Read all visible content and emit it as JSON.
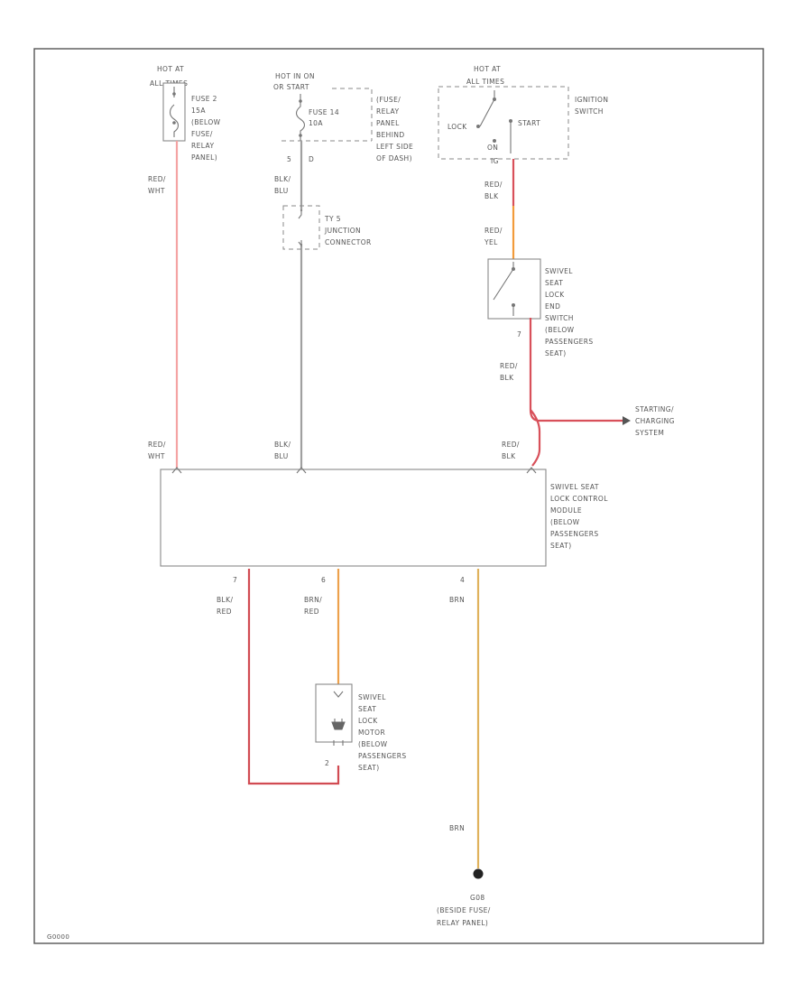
{
  "diagram": {
    "code": "G0000",
    "colors": {
      "frame": "#555555",
      "red_wht": "#f4a3a3",
      "blk_blu": "#a0a0a0",
      "red_blk": "#d8505a",
      "red_yel": "#f29b3a",
      "blk_red": "#d14b52",
      "brn_red": "#eda14c",
      "brn": "#e0b25c"
    },
    "power_sources": {
      "hot_at_all_times_1": [
        "HOT AT",
        "ALL TIMES"
      ],
      "hot_in_on": [
        "HOT IN ON",
        "OR START"
      ],
      "hot_at_all_times_2": [
        "HOT AT",
        "ALL TIMES"
      ]
    },
    "fuses": {
      "fuse2": [
        "FUSE 2",
        "15A",
        "(BELOW",
        "FUSE/",
        "RELAY",
        "PANEL)"
      ],
      "fuse14": [
        "FUSE 14",
        "10A"
      ],
      "panel_behind_dash": [
        "(FUSE/",
        "RELAY",
        "PANEL",
        "BEHIND",
        "LEFT SIDE",
        "OF DASH)"
      ]
    },
    "ignition_switch": {
      "name": [
        "IGNITION",
        "SWITCH"
      ],
      "lock": "LOCK",
      "start": "START",
      "on": "ON",
      "terminal": "IG"
    },
    "connector_pins": {
      "fuse14_left": "5",
      "fuse14_right": "D",
      "swivel_switch_out": "7",
      "module_blk_red": "7",
      "module_brn_red": "6",
      "module_brn": "4",
      "motor_bottom": "2"
    },
    "wire_labels": {
      "red_wht": [
        "RED/",
        "WHT"
      ],
      "blk_blu": [
        "BLK/",
        "BLU"
      ],
      "red_blk": [
        "RED/",
        "BLK"
      ],
      "red_yel": [
        "RED/",
        "YEL"
      ],
      "blk_red": [
        "BLK/",
        "RED"
      ],
      "brn_red": [
        "BRN/",
        "RED"
      ],
      "brn": "BRN"
    },
    "junction_connector": [
      "TY 5",
      "JUNCTION",
      "CONNECTOR"
    ],
    "swivel_lock_end_switch": [
      "SWIVEL",
      "SEAT",
      "LOCK",
      "END",
      "SWITCH",
      "(BELOW",
      "PASSENGERS",
      "SEAT)"
    ],
    "starting_charging": [
      "STARTING/",
      "CHARGING",
      "SYSTEM"
    ],
    "control_module": [
      "SWIVEL SEAT",
      "LOCK CONTROL",
      "MODULE",
      "(BELOW",
      "PASSENGERS",
      "SEAT)"
    ],
    "swivel_lock_motor": [
      "SWIVEL",
      "SEAT",
      "LOCK",
      "MOTOR",
      "(BELOW",
      "PASSENGERS",
      "SEAT)"
    ],
    "ground": {
      "id": "G08",
      "location": [
        "(BESIDE FUSE/",
        "RELAY PANEL)"
      ]
    }
  }
}
